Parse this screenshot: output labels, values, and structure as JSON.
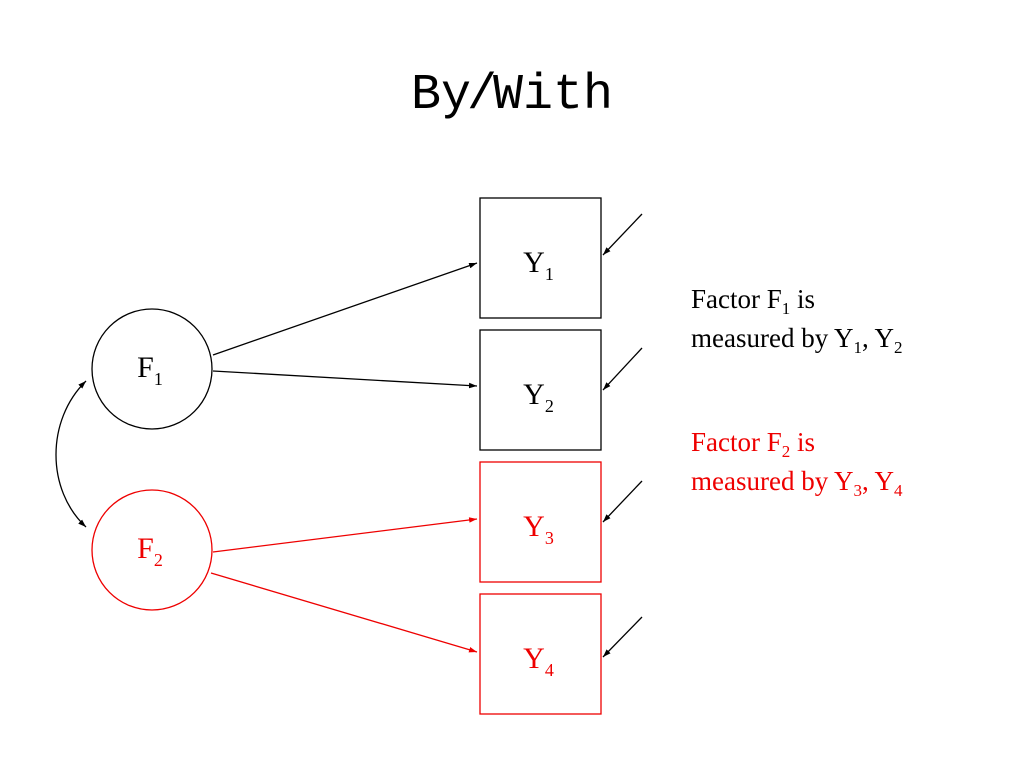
{
  "title": {
    "part1": "By",
    "separator": "/",
    "part2": "With"
  },
  "colors": {
    "black": "#000000",
    "red": "#ee0000"
  },
  "factors": [
    {
      "letter": "F",
      "sub": "1",
      "color": "black"
    },
    {
      "letter": "F",
      "sub": "2",
      "color": "red"
    }
  ],
  "indicators": [
    {
      "letter": "Y",
      "sub": "1",
      "color": "black"
    },
    {
      "letter": "Y",
      "sub": "2",
      "color": "black"
    },
    {
      "letter": "Y",
      "sub": "3",
      "color": "red"
    },
    {
      "letter": "Y",
      "sub": "4",
      "color": "red"
    }
  ],
  "loadings": [
    {
      "from": 0,
      "to": 0
    },
    {
      "from": 0,
      "to": 1
    },
    {
      "from": 1,
      "to": 2
    },
    {
      "from": 1,
      "to": 3
    }
  ],
  "factor_correlation": {
    "between": [
      0,
      1
    ],
    "bidirectional": true
  },
  "residual_arrows": 4,
  "captions": [
    {
      "color": "black",
      "line1_text": "Factor F",
      "line1_sub": "1",
      "line1_tail": " is",
      "line2_text": "measured by Y",
      "line2_sub1": "1",
      "line2_mid": ", Y",
      "line2_sub2": "2"
    },
    {
      "color": "red",
      "line1_text": "Factor F",
      "line1_sub": "2",
      "line1_tail": " is",
      "line2_text": "measured by Y",
      "line2_sub1": "3",
      "line2_mid": ", Y",
      "line2_sub2": "4"
    }
  ]
}
